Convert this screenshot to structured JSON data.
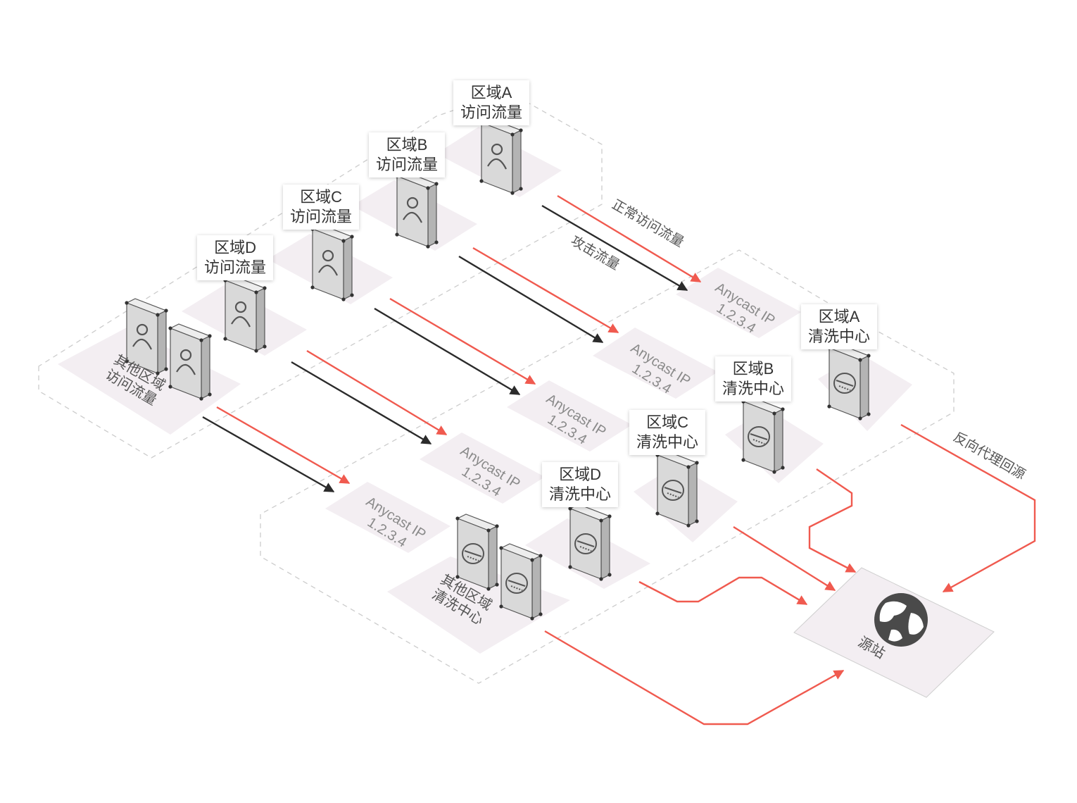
{
  "access_regions": [
    {
      "line1": "区域A",
      "line2": "访问流量"
    },
    {
      "line1": "区域B",
      "line2": "访问流量"
    },
    {
      "line1": "区域C",
      "line2": "访问流量"
    },
    {
      "line1": "区域D",
      "line2": "访问流量"
    }
  ],
  "other_access": {
    "line1": "其他区域",
    "line2": "访问流量"
  },
  "anycast_nodes": [
    {
      "name": "Anycast IP",
      "ip": "1.2.3.4"
    },
    {
      "name": "Anycast IP",
      "ip": "1.2.3.4"
    },
    {
      "name": "Anycast IP",
      "ip": "1.2.3.4"
    },
    {
      "name": "Anycast IP",
      "ip": "1.2.3.4"
    },
    {
      "name": "Anycast IP",
      "ip": "1.2.3.4"
    }
  ],
  "scrubbing_centers": [
    {
      "line1": "区域A",
      "line2": "清洗中心"
    },
    {
      "line1": "区域B",
      "line2": "清洗中心"
    },
    {
      "line1": "区域C",
      "line2": "清洗中心"
    },
    {
      "line1": "区域D",
      "line2": "清洗中心"
    }
  ],
  "other_scrubbing": {
    "line1": "其他区域",
    "line2": "清洗中心"
  },
  "flow_labels": {
    "normal": "正常访问流量",
    "attack": "攻击流量",
    "reverse_proxy": "反向代理回源"
  },
  "origin": {
    "label": "源站",
    "icon": "globe-icon"
  },
  "colors": {
    "normal_flow": "#f05a4f",
    "attack_flow": "#2b2b2b",
    "tile": "#f3eef2",
    "device": "#d9d9d9",
    "dashed_border": "#cccccc"
  }
}
